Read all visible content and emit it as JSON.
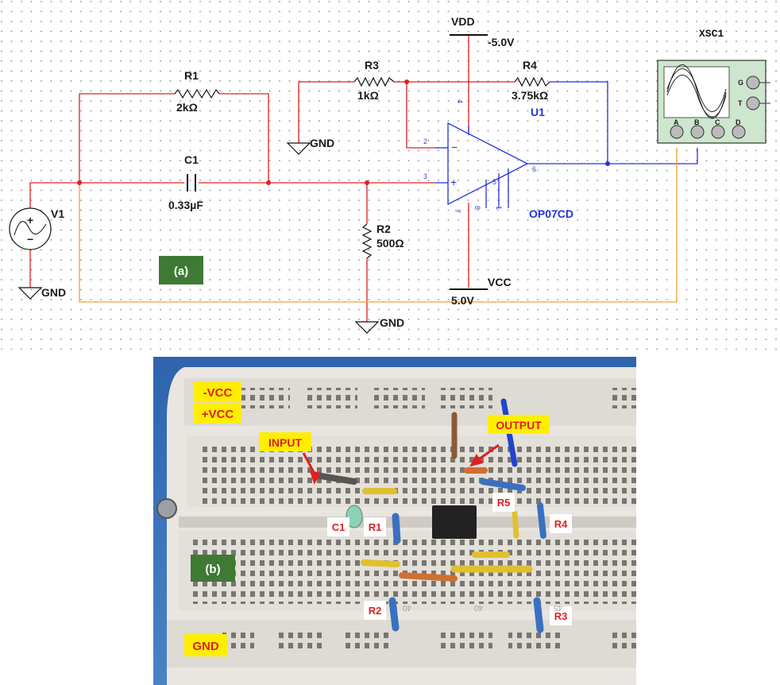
{
  "panel_a": {
    "tag": "(a)",
    "vdd": {
      "label": "VDD",
      "value": "-5.0V"
    },
    "vcc": {
      "label": "VCC",
      "value": "5.0V"
    },
    "r1": {
      "name": "R1",
      "value": "2kΩ"
    },
    "c1": {
      "name": "C1",
      "value": "0.33µF"
    },
    "r2": {
      "name": "R2",
      "value": "500Ω"
    },
    "r3": {
      "name": "R3",
      "value": "1kΩ"
    },
    "r4": {
      "name": "R4",
      "value": "3.75kΩ"
    },
    "v1": {
      "name": "V1"
    },
    "opamp": {
      "ref": "U1",
      "part": "OP07CD",
      "pins": [
        "2",
        "3",
        "4",
        "5",
        "6",
        "7",
        "8",
        "1"
      ]
    },
    "gnd_labels": [
      "GND",
      "GND",
      "GND"
    ],
    "scope": {
      "name": "XSC1",
      "terminals": [
        "A",
        "B",
        "C",
        "D"
      ],
      "side": [
        "G",
        "T"
      ]
    }
  },
  "panel_b": {
    "tag": "(b)",
    "rails": [
      "-VCC",
      "+VCC"
    ],
    "gnd": "GND",
    "input": "INPUT",
    "output": "OUTPUT",
    "parts": [
      "C1",
      "R1",
      "R2",
      "R3",
      "R4",
      "R5"
    ],
    "bottom_numbers": [
      "40",
      "40",
      "45"
    ]
  },
  "colors": {
    "red_wire": "#e02020",
    "blue_wire": "#2233dd",
    "orange_wire": "#f0a030",
    "label_yellow": "#ffee00",
    "tag_green": "#3f7a34",
    "board_body": "#e9e5e0",
    "board_bg": "#3a6fb8"
  }
}
